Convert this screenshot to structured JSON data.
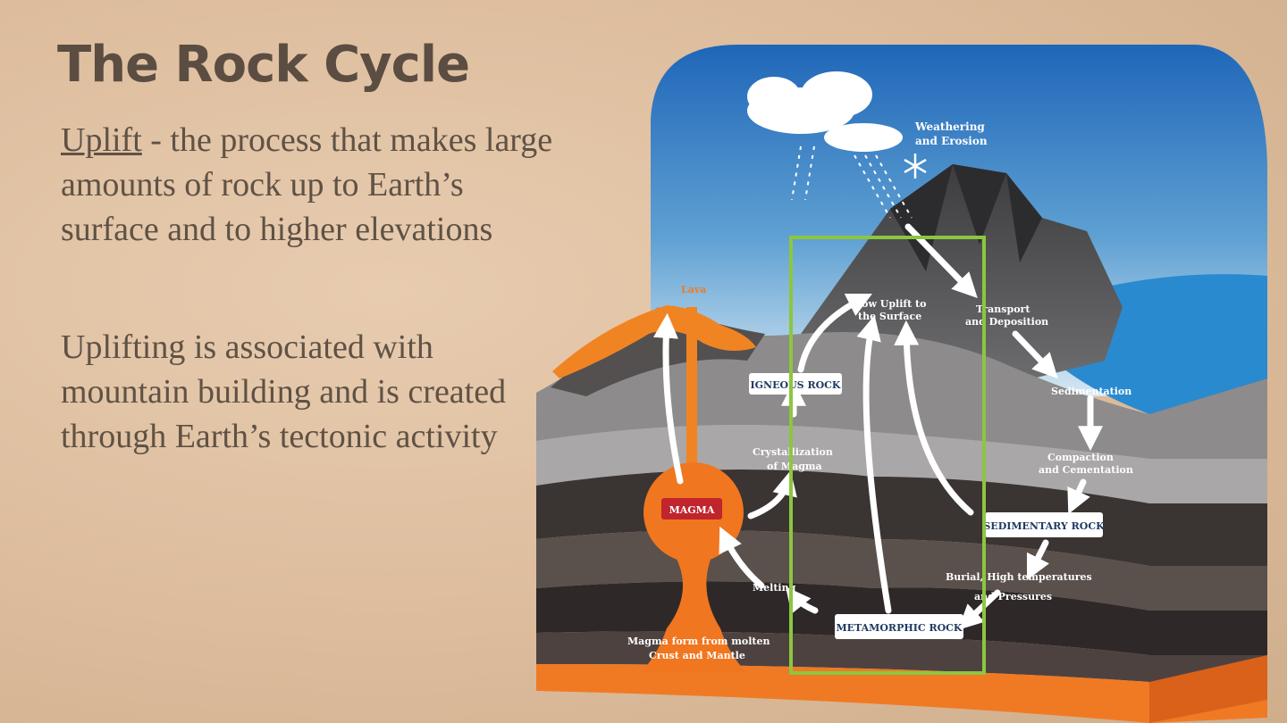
{
  "slide": {
    "title": "The Rock Cycle",
    "uplift_term": "Uplift",
    "uplift_definition": " - the process that makes large amounts of rock up to Earth’s surface and to higher elevations",
    "paragraph2": "Uplifting is associated with mountain building and is created through Earth’s tectonic activity"
  },
  "diagram": {
    "labels": {
      "weathering_1": "Weathering",
      "weathering_2": "and Erosion",
      "lava": "Lava",
      "slow_uplift_1": "Slow Uplift to",
      "slow_uplift_2": "the Surface",
      "transport_1": "Transport",
      "transport_2": "and Deposition",
      "sedimentation": "Sedimentation",
      "compaction_1": "Compaction",
      "compaction_2": "and Cementation",
      "igneous_rock": "IGNEOUS ROCK",
      "crystallization_1": "Crystallization",
      "crystallization_2": "of Magma",
      "magma": "MAGMA",
      "sedimentary_rock": "SEDIMENTARY ROCK",
      "melting": "Melting",
      "burial_1": "Burial, High temperatures",
      "burial_2": "and Pressures",
      "metamorphic_rock": "METAMORPHIC ROCK",
      "magma_form_1": "Magma form from molten",
      "magma_form_2": "Crust and Mantle"
    },
    "colors": {
      "sky_top": "#1f66b8",
      "sky_bottom": "#d6e7f2",
      "ocean": "#1c7cc0",
      "magma": "#f07a23",
      "highlight_box": "#8cc63f",
      "rock_label_text": "#1f3a63",
      "magma_label_bg": "#c0242c"
    },
    "icons": [
      "cloud-icon",
      "snowflake-icon",
      "rain-icon"
    ]
  }
}
